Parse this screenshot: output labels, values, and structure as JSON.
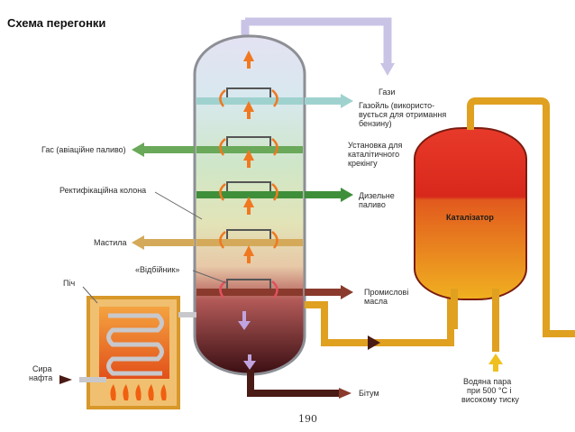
{
  "title": "Схема перегонки",
  "page_number": "190",
  "labels": {
    "gases": "Гази",
    "gasoil_1": "Газойль (використо-",
    "gasoil_2": "вується для отримання",
    "gasoil_3": "бензину)",
    "cracking_1": "Установка для",
    "cracking_2": "каталітичного",
    "cracking_3": "крекінгу",
    "catalyst": "Каталізатор",
    "gas_aviation": "Гас (авіаційне паливо)",
    "rect_column": "Ректифікаційна колона",
    "diesel_1": "Дизельне",
    "diesel_2": "паливо",
    "oils": "Мастила",
    "deflector": "«Відбійник»",
    "industrial_1": "Промислові",
    "industrial_2": "масла",
    "furnace": "Піч",
    "crude_1": "Сира",
    "crude_2": "нафта",
    "bitumen": "Бітум",
    "steam_1": "Водяна пара",
    "steam_2": "при 500 °С і",
    "steam_3": "високому тиску"
  },
  "colors": {
    "pipe_gray": "#b9bcc4",
    "pipe_lilac": "#c9c4e6",
    "pipe_teal": "#9fd2cf",
    "pipe_green": "#6aa85a",
    "pipe_darkgreen": "#3f8f3a",
    "pipe_tan": "#d4aa5a",
    "pipe_brown": "#8a3a2c",
    "pipe_dark": "#4a1a14",
    "pipe_orange": "#e0a020",
    "arrow_orange": "#f07820",
    "furnace_orange": "#f08a20",
    "reactor_red": "#c81e14"
  }
}
